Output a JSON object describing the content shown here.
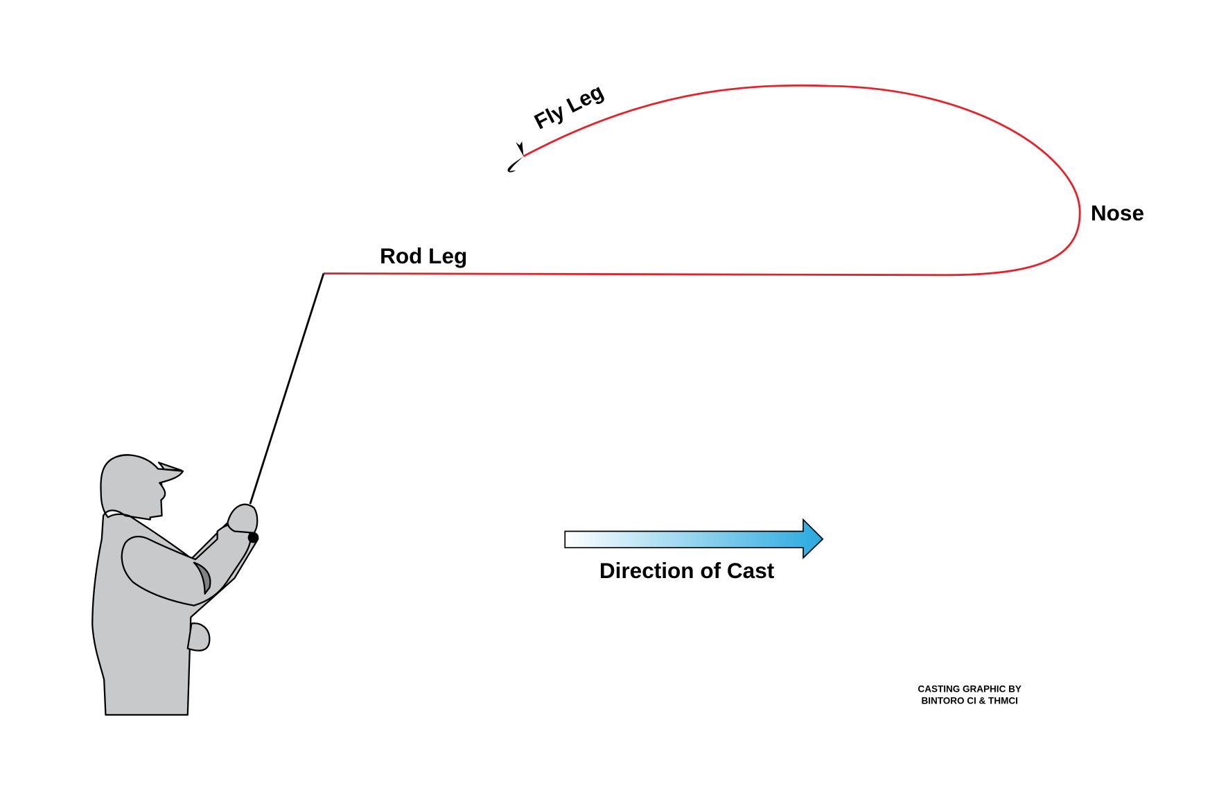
{
  "labels": {
    "fly_leg": "Fly Leg",
    "rod_leg": "Rod Leg",
    "nose": "Nose",
    "direction": "Direction of Cast"
  },
  "credit": {
    "line1": "CASTING GRAPHIC BY",
    "line2": "BINTORO CI & THMCI"
  },
  "colors": {
    "line": "#e8202a",
    "arrow_start": "#ffffff",
    "arrow_end": "#29a9df",
    "figure": "#c8c9cb",
    "figure_shadow": "#808285"
  }
}
